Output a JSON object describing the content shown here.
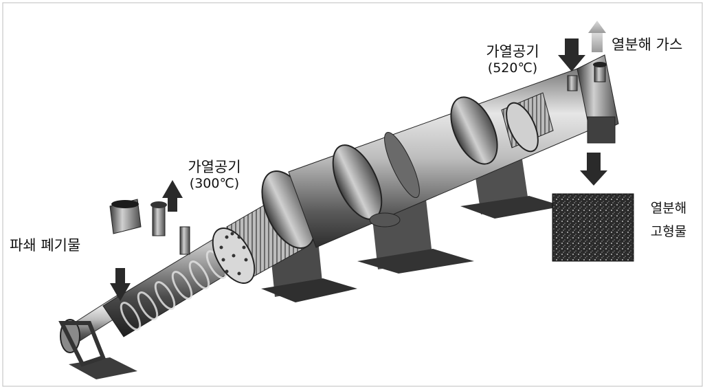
{
  "labels": {
    "crushed_waste": "파쇄 폐기물",
    "heated_air_inlet": "가열공기",
    "heated_air_inlet_temp": "(300℃)",
    "heated_air_outlet": "가열공기",
    "heated_air_outlet_temp": "(520℃)",
    "pyrolysis_gas": "열분해 가스",
    "pyrolysis_solid_line1": "열분해",
    "pyrolysis_solid_line2": "고형물"
  }
}
